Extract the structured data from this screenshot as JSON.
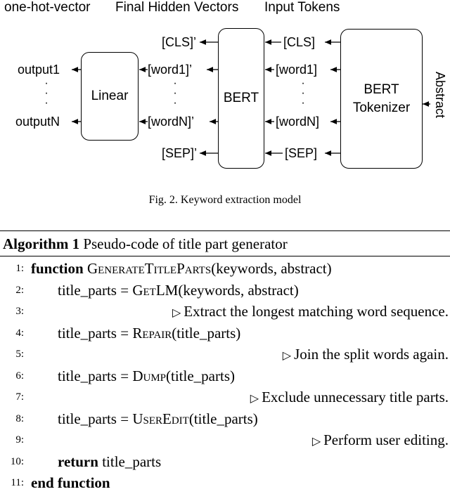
{
  "figure": {
    "headers": {
      "one_hot": "one-hot-vector",
      "hidden": "Final Hidden Vectors",
      "input": "Input Tokens"
    },
    "boxes": {
      "linear": "Linear",
      "bert": "BERT",
      "tokenizer_line1": "BERT",
      "tokenizer_line2": "Tokenizer"
    },
    "outputs": {
      "first": "output1",
      "last": "outputN"
    },
    "hidden_tokens": {
      "cls": "[CLS]’",
      "word1": "[word1]’",
      "wordn": "[wordN]’",
      "sep": "[SEP]’"
    },
    "input_tokens": {
      "cls": "[CLS]",
      "word1": "[word1]",
      "wordn": "[wordN]",
      "sep": "[SEP]"
    },
    "abstract_label": "Abstract",
    "dots": "·"
  },
  "caption": "Fig. 2.   Keyword extraction model",
  "algorithm": {
    "label": "Algorithm 1",
    "title": "Pseudo-code of title part generator",
    "comment_symbol": "▷",
    "lines": [
      {
        "no": "1:",
        "kw": "function",
        "fn": "GenerateTitleParts",
        "args": "(keywords, abstract)"
      },
      {
        "no": "2:",
        "pre": "title_parts = ",
        "fn": "GetLM",
        "args": "(keywords, abstract)"
      },
      {
        "no": "3:",
        "comment": "Extract the longest matching word sequence."
      },
      {
        "no": "4:",
        "pre": "title_parts = ",
        "fn": "Repair",
        "args": "(title_parts)"
      },
      {
        "no": "5:",
        "comment": "Join the split words again."
      },
      {
        "no": "6:",
        "pre": "title_parts = ",
        "fn": "Dump",
        "args": "(title_parts)"
      },
      {
        "no": "7:",
        "comment": "Exclude unnecessary title parts."
      },
      {
        "no": "8:",
        "pre": "title_parts = ",
        "fn": "UserEdit",
        "args": "(title_parts)"
      },
      {
        "no": "9:",
        "comment": "Perform user editing."
      },
      {
        "no": "10:",
        "kw": "return",
        "post": " title_parts"
      },
      {
        "no": "11:",
        "kw": "end function"
      }
    ]
  }
}
